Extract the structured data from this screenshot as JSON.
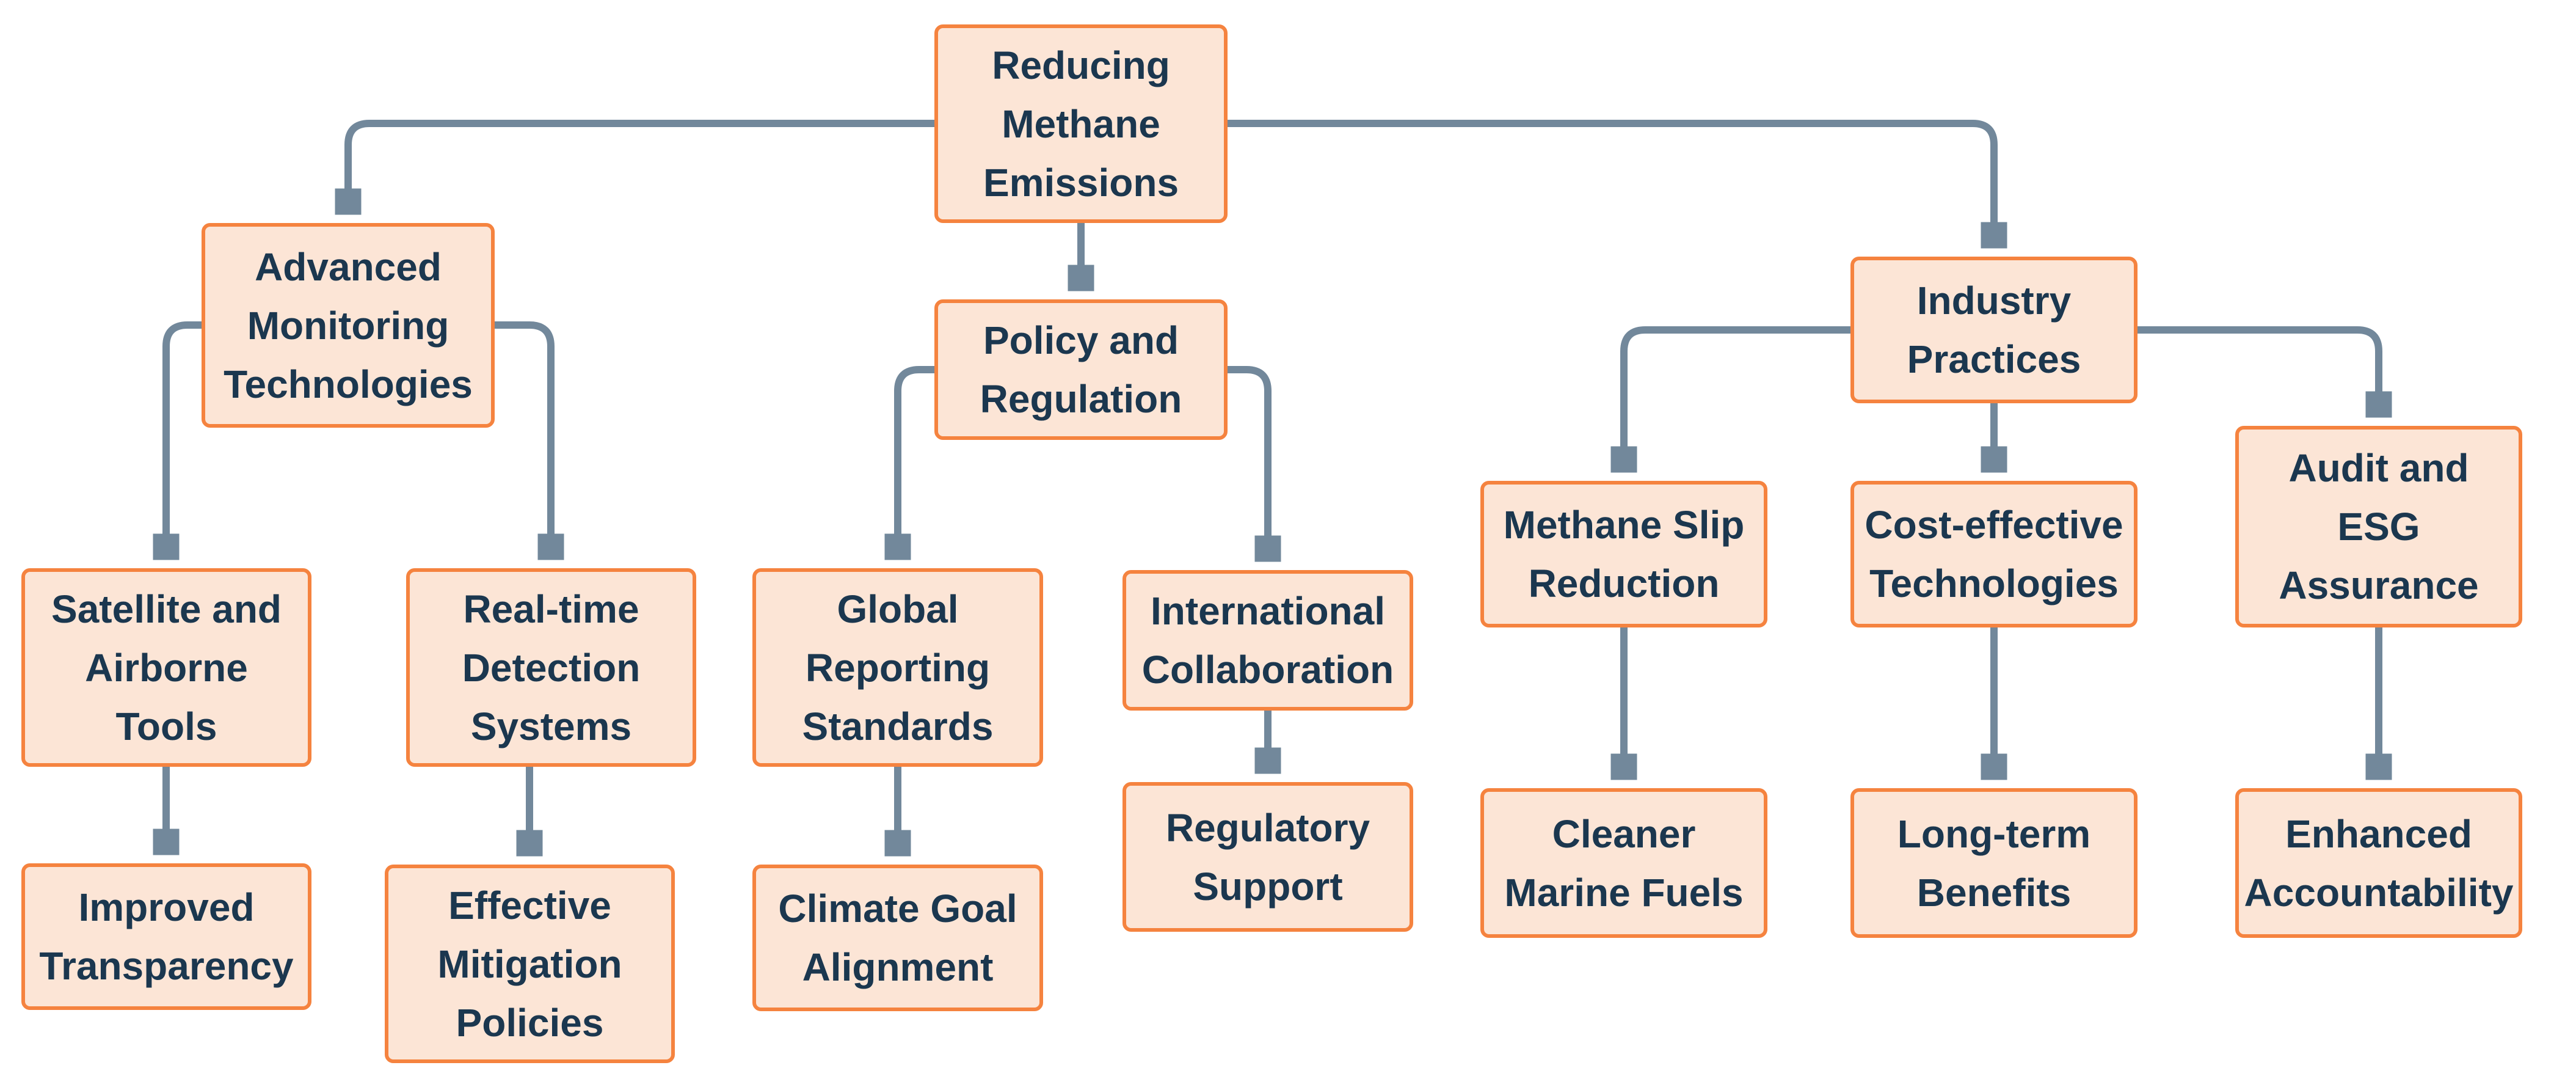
{
  "diagram": {
    "type": "flowchart",
    "orientation": "top-down",
    "colors": {
      "node_fill": "#FCE5D6",
      "node_border": "#F5833F",
      "node_text": "#1B374F",
      "connector": "#72889B",
      "background": "#FFFFFF"
    },
    "nodes": {
      "reducing_methane": {
        "label": "Reducing\nMethane\nEmissions"
      },
      "advanced_monitoring": {
        "label": "Advanced\nMonitoring\nTechnologies"
      },
      "policy_regulation": {
        "label": "Policy and\nRegulation"
      },
      "industry_practices": {
        "label": "Industry\nPractices"
      },
      "satellite_airborne": {
        "label": "Satellite and\nAirborne\nTools"
      },
      "realtime_detection": {
        "label": "Real-time\nDetection\nSystems"
      },
      "global_reporting": {
        "label": "Global\nReporting\nStandards"
      },
      "intl_collaboration": {
        "label": "International\nCollaboration"
      },
      "methane_slip": {
        "label": "Methane Slip\nReduction"
      },
      "cost_effective": {
        "label": "Cost-effective\nTechnologies"
      },
      "audit_esg": {
        "label": "Audit and\nESG\nAssurance"
      },
      "improved_transparency": {
        "label": "Improved\nTransparency"
      },
      "effective_mitigation": {
        "label": "Effective\nMitigation\nPolicies"
      },
      "climate_goal": {
        "label": "Climate Goal\nAlignment"
      },
      "regulatory_support": {
        "label": "Regulatory\nSupport"
      },
      "cleaner_marine": {
        "label": "Cleaner\nMarine Fuels"
      },
      "long_term_benefits": {
        "label": "Long-term\nBenefits"
      },
      "enhanced_accountability": {
        "label": "Enhanced\nAccountability"
      }
    },
    "edges": [
      {
        "from": "reducing_methane",
        "to": "advanced_monitoring"
      },
      {
        "from": "reducing_methane",
        "to": "policy_regulation"
      },
      {
        "from": "reducing_methane",
        "to": "industry_practices"
      },
      {
        "from": "advanced_monitoring",
        "to": "satellite_airborne"
      },
      {
        "from": "advanced_monitoring",
        "to": "realtime_detection"
      },
      {
        "from": "policy_regulation",
        "to": "global_reporting"
      },
      {
        "from": "policy_regulation",
        "to": "intl_collaboration"
      },
      {
        "from": "industry_practices",
        "to": "methane_slip"
      },
      {
        "from": "industry_practices",
        "to": "cost_effective"
      },
      {
        "from": "industry_practices",
        "to": "audit_esg"
      },
      {
        "from": "satellite_airborne",
        "to": "improved_transparency"
      },
      {
        "from": "realtime_detection",
        "to": "effective_mitigation"
      },
      {
        "from": "global_reporting",
        "to": "climate_goal"
      },
      {
        "from": "intl_collaboration",
        "to": "regulatory_support"
      },
      {
        "from": "methane_slip",
        "to": "cleaner_marine"
      },
      {
        "from": "cost_effective",
        "to": "long_term_benefits"
      },
      {
        "from": "audit_esg",
        "to": "enhanced_accountability"
      }
    ]
  }
}
